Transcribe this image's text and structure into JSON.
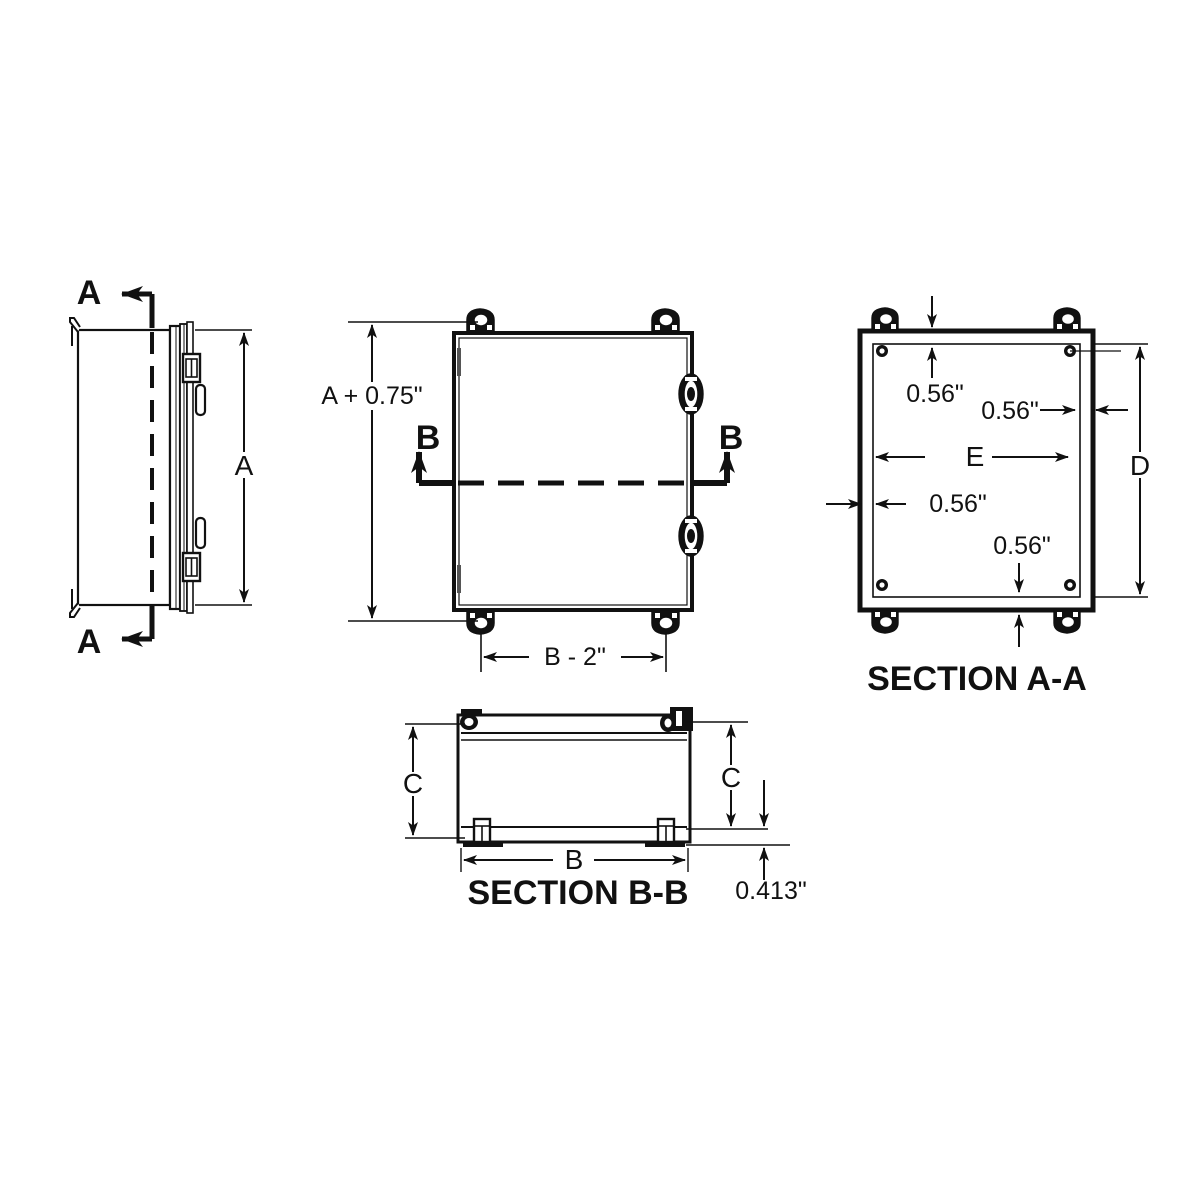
{
  "drawing": {
    "type": "mechanical-enclosure-dimension-drawing",
    "background_color": "#ffffff",
    "line_color": "#111111",
    "fill_color": "#ffffff"
  },
  "views": {
    "side_view": {
      "name": "side-elevation-view",
      "section_mark_top": "A",
      "section_mark_bottom": "A",
      "dimension_label": "A"
    },
    "front_view": {
      "name": "front-elevation-view",
      "height_dimension": "A + 0.75\"",
      "width_dimension": "B - 2\"",
      "section_mark_left": "B",
      "section_mark_right": "B"
    },
    "section_aa": {
      "name": "section-a-a-view",
      "title": "SECTION A-A",
      "dim_top": "0.56\"",
      "dim_right": "0.56\"",
      "dim_left": "0.56\"",
      "dim_bottom": "0.56\"",
      "width_dimension": "E",
      "height_dimension": "D"
    },
    "section_bb": {
      "name": "section-b-b-view",
      "title": "SECTION B-B",
      "height_dimension_left": "C",
      "height_dimension_right": "C",
      "width_dimension": "B",
      "offset_dimension": "0.413\""
    }
  },
  "dimension_values": {
    "A": "A",
    "B": "B",
    "C": "C",
    "D": "D",
    "E": "E",
    "A_plus": "A + 0.75\"",
    "B_minus": "B - 2\"",
    "edge_margin": "0.56\"",
    "foot_offset": "0.413\""
  }
}
